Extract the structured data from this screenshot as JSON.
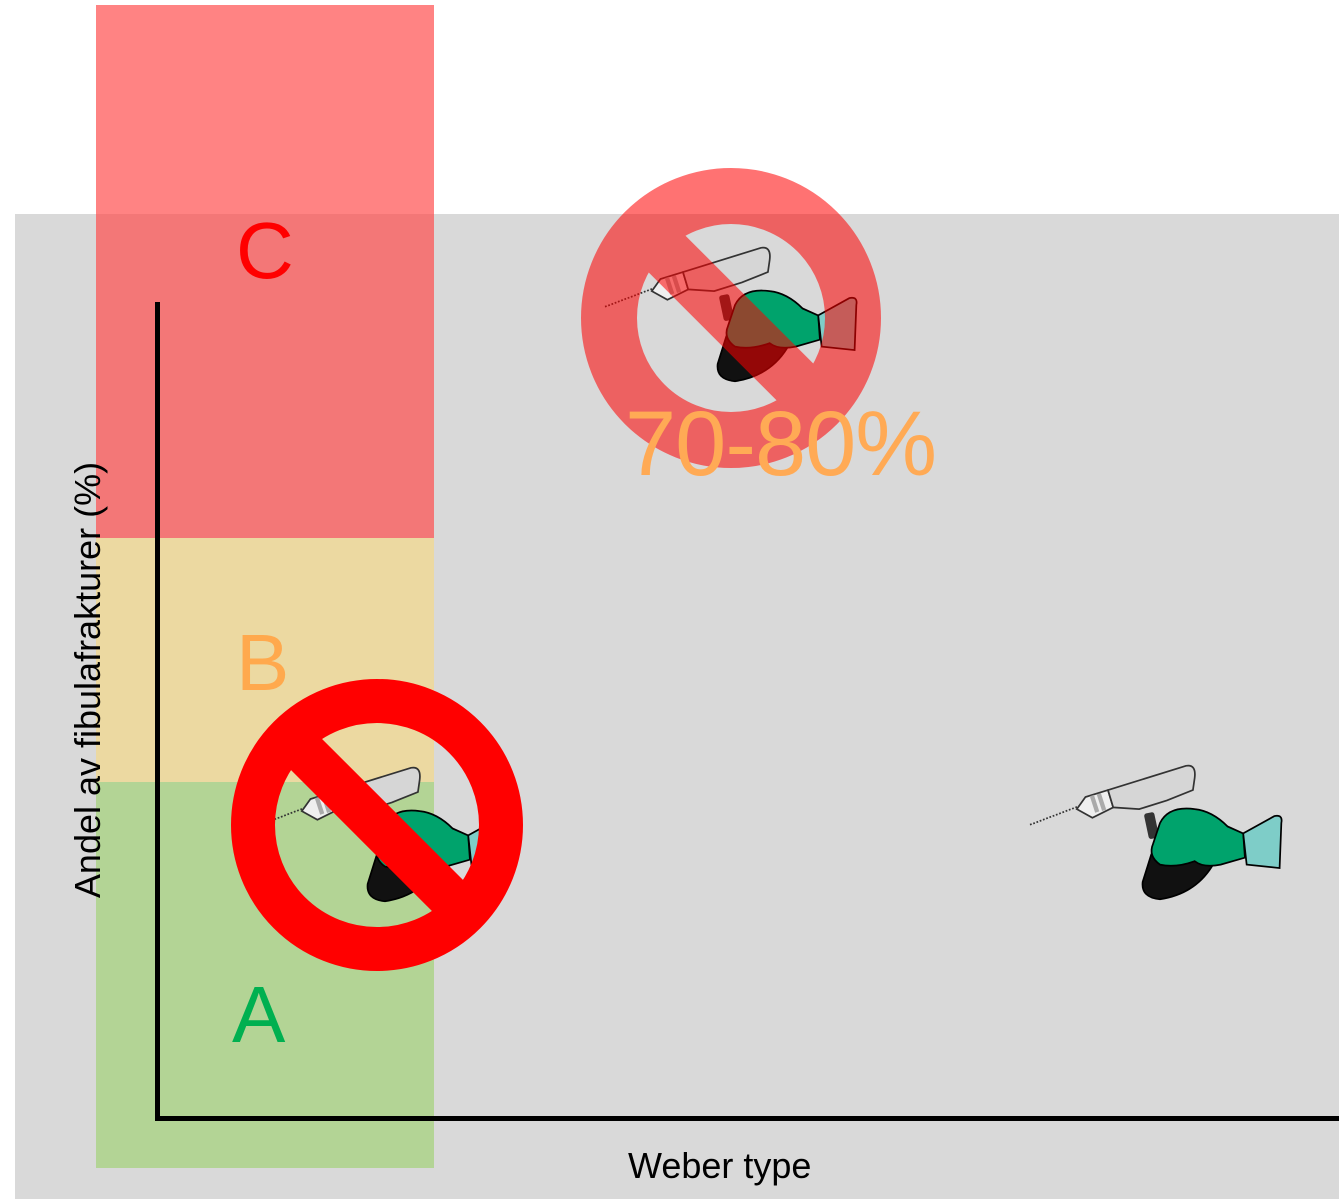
{
  "axes": {
    "x_label": "Weber type",
    "y_label": "Andel av fibulafrakturer (%)"
  },
  "bands": [
    {
      "label": "A",
      "color": "#00b050",
      "fill": "#b3d495"
    },
    {
      "label": "B",
      "color": "#ffa94d",
      "fill": "#ecd9a1"
    },
    {
      "label": "C",
      "color": "#ff0000",
      "fill": "#ff8080"
    }
  ],
  "annotation": {
    "percent": "70-80%",
    "color": "#ffaa55"
  },
  "icons": {
    "drill": "surgical-drill-icon",
    "prohibited": "no-entry-icon"
  }
}
